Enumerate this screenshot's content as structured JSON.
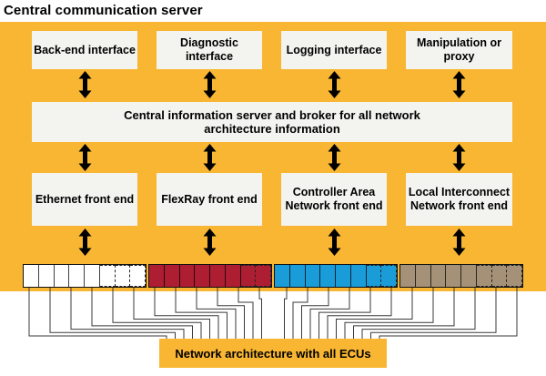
{
  "title": "Central communication server",
  "top_row": [
    {
      "label": "Back-end interface"
    },
    {
      "label": "Diagnostic interface"
    },
    {
      "label": "Logging interface"
    },
    {
      "label": "Manipulation or proxy"
    }
  ],
  "broker": {
    "label": "Central information server and broker for all network architecture information"
  },
  "front_ends": [
    {
      "label": "Ethernet front end"
    },
    {
      "label": "FlexRay front end"
    },
    {
      "label": "Controller Area Network front end"
    },
    {
      "label": "Local Interconnect Network front end"
    }
  ],
  "bus_groups": [
    {
      "name": "ethernet",
      "color": "#ffffff",
      "cells": 8,
      "dashed": 3
    },
    {
      "name": "flexray",
      "color": "#ae1e32",
      "cells": 8,
      "dashed": 2
    },
    {
      "name": "can",
      "color": "#1a9cd8",
      "cells": 8,
      "dashed": 2
    },
    {
      "name": "lin",
      "color": "#a59178",
      "cells": 8,
      "dashed": 3
    }
  ],
  "bottom_box": {
    "label": "Network architecture with all ECUs"
  },
  "colors": {
    "background": "#f8b633",
    "box_fill": "#f3f3ef",
    "arrow": "#000000",
    "wire": "#3a3a3a",
    "bottom_fill": "#f8b633"
  }
}
